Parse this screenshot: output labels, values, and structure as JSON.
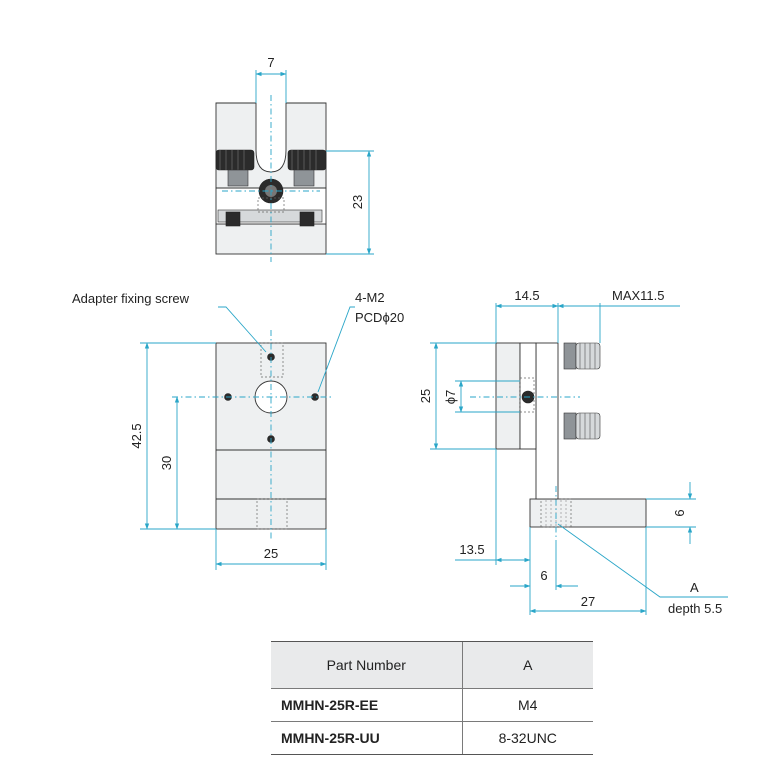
{
  "top_view": {
    "dim_width": "7",
    "dim_height": "23"
  },
  "front_view": {
    "label_adapter": "Adapter fixing screw",
    "label_screws": "4-M2",
    "label_pcd": "PCDϕ20",
    "dim_height_total": "42.5",
    "dim_height_center": "30",
    "dim_width": "25"
  },
  "side_view": {
    "dim_offset": "14.5",
    "dim_max": "MAX11.5",
    "dim_height": "25",
    "dim_bore": "ϕ7",
    "dim_base_thickness": "6",
    "dim_base_offset": "13.5",
    "dim_hole_offset": "6",
    "dim_base_length": "27",
    "callout_label": "A",
    "callout_depth": "depth 5.5"
  },
  "table": {
    "headers": [
      "Part Number",
      "A"
    ],
    "rows": [
      [
        "MMHN-25R-EE",
        "M4"
      ],
      [
        "MMHN-25R-UU",
        "8-32UNC"
      ]
    ]
  },
  "colors": {
    "dimension": "#2aa6c8",
    "outline": "#333333",
    "header_bg": "#e9eaeb"
  }
}
